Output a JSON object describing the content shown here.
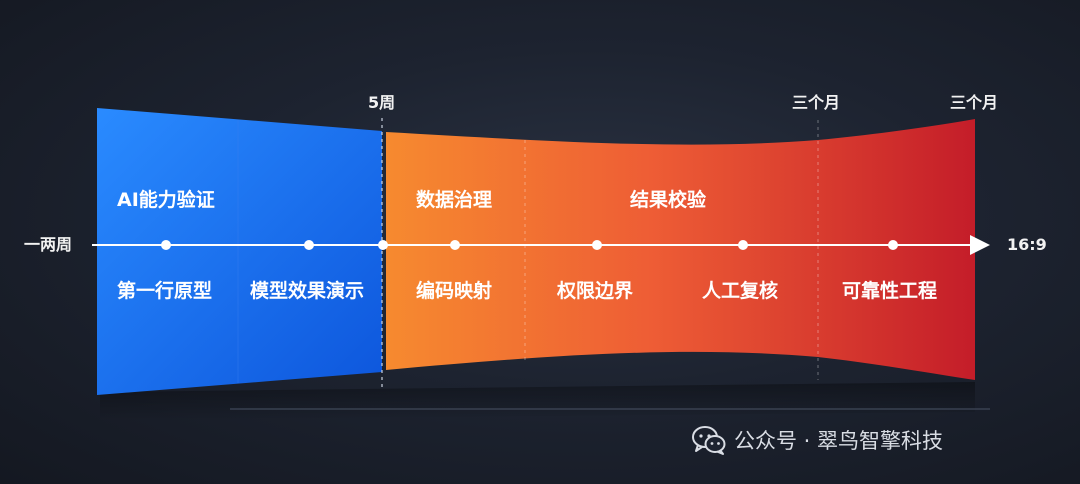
{
  "colors": {
    "blue_start": "#2a86ff",
    "blue_end": "#0f5ce0",
    "orange": "#f4842e",
    "red": "#c8202a",
    "axis": "#ffffff",
    "background": "#1d2330"
  },
  "axis": {
    "start_label": "一两周",
    "end_label": "16:9"
  },
  "top_labels": {
    "marker_1": "5周",
    "marker_2": "三个月",
    "marker_3": "三个月"
  },
  "phases": {
    "phase_1": "AI能力验证",
    "phase_2": "数据治理",
    "phase_3": "结果校验"
  },
  "items": [
    "第一行原型",
    "模型效果演示",
    "编码映射",
    "权限边界",
    "人工复核",
    "可靠性工程"
  ],
  "footer": {
    "icon": "wechat-icon",
    "text": "公众号 · 翠鸟智擎科技"
  }
}
